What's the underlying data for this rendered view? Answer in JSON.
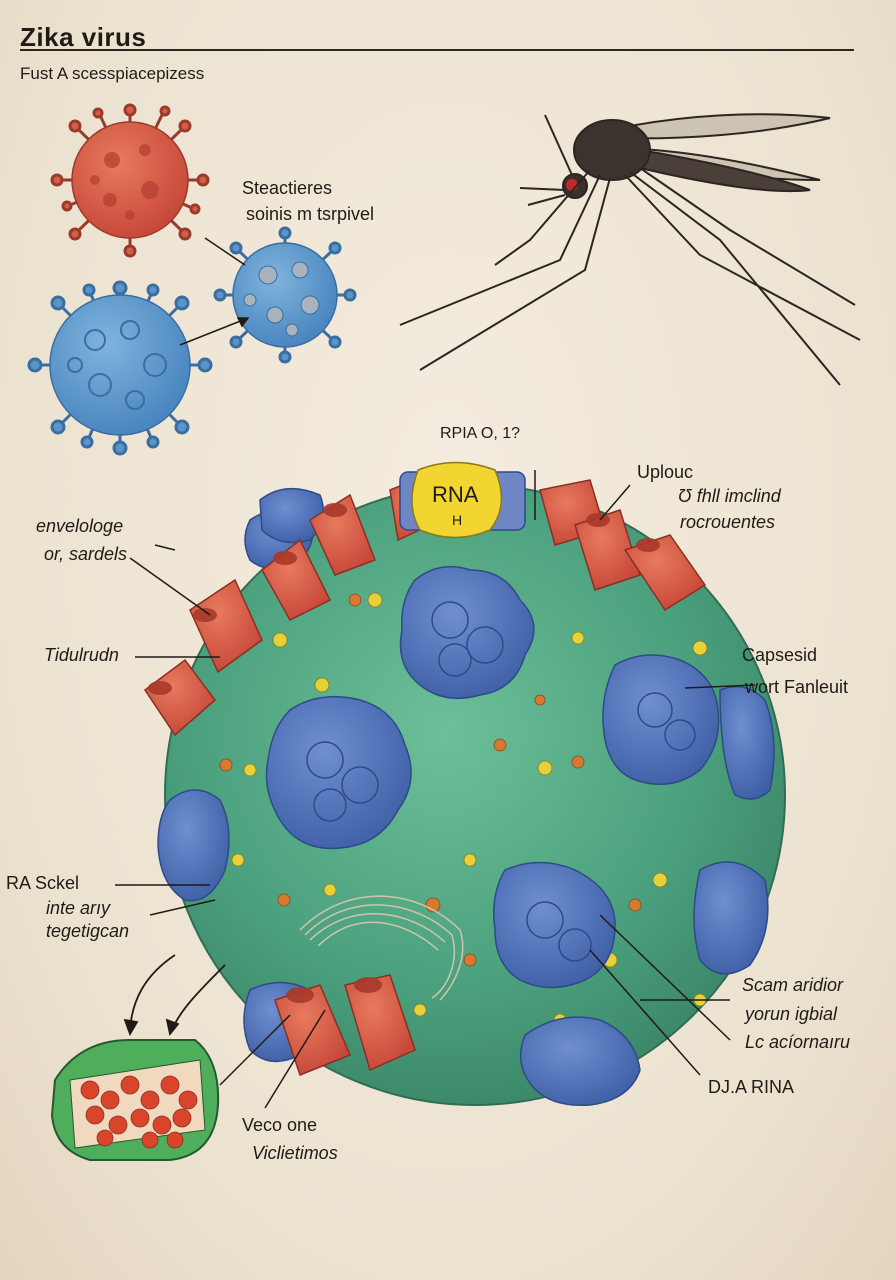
{
  "header": {
    "title": "Zika virus",
    "subtitle": "Fust A scesspiacepizess"
  },
  "labels": {
    "structures_line1": "Steactieres",
    "structures_line2": "soinis m tsrpivel",
    "rna_top": "RPIA O, 1?",
    "rna_badge": "RNA",
    "rna_badge_sub": "H",
    "uplouc": "Uplouc",
    "uplouc_line2": "Ʊ fhll imclind",
    "uplouc_line3": "rocrouentes",
    "envelope_line1": "envelologe",
    "envelope_line2": "or, sardels",
    "tidulrudn": "Tidulrudn",
    "capsesid": "Capsesid",
    "capsesid_line2": "wort Fanleuit",
    "ra_sckel": "RA Sckel",
    "ra_sckel_line2": "inte arıy",
    "ra_sckel_line3": "tegetigcan",
    "scam_line1": "Scam aridior",
    "scam_line2": "yorun igbial",
    "scam_line3": "Lc acíornaıru",
    "dna_rina": "DJ.A RINA",
    "veco_line1": "Veco one",
    "veco_line2": "Viclietimos"
  },
  "colors": {
    "paper": "#efe6d6",
    "virion_green": "#4fa583",
    "protein_blue": "#4b72b8",
    "spike_red": "#d2553a",
    "rna_yellow": "#f2d530",
    "ink": "#1f1b16"
  }
}
